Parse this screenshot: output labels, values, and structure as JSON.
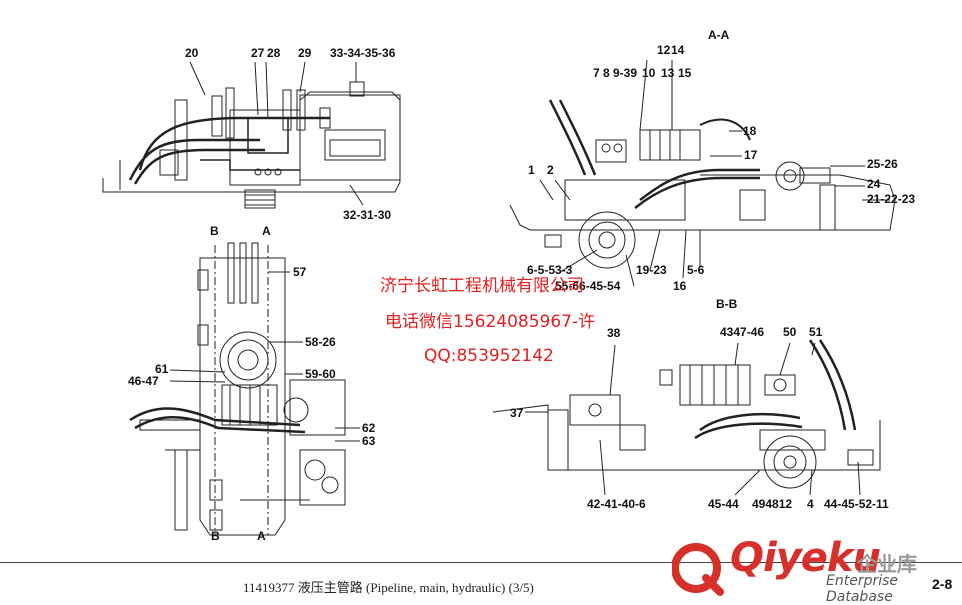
{
  "callouts": {
    "c20": "20",
    "c27": "27",
    "c28": "28",
    "c29": "29",
    "c33": "33-34-35-36",
    "c32": "32-31-30",
    "c57": "57",
    "c5826": "58-26",
    "c61": "61",
    "c4647": "46-47",
    "c5960": "59-60",
    "c62": "62",
    "c63": "63",
    "c12": "12",
    "c14": "14",
    "c7": "7",
    "c8": "8",
    "c9": "9-39",
    "c10": "10",
    "c13": "13",
    "c15": "15",
    "c18": "18",
    "c17": "17",
    "c1": "1",
    "c2": "2",
    "c2526": "25-26",
    "c24": "24",
    "c2123": "21-22-23",
    "c6553": "6-5-53-3",
    "c5566": "55-66-45-54",
    "c1923": "19-23",
    "c56": "5-6",
    "c16": "16",
    "c38": "38",
    "c4347": "4347-46",
    "c50": "50",
    "c51": "51",
    "c37": "37",
    "c4241": "42-41-40-6",
    "c4544": "45-44",
    "c4948": "494812",
    "c4": "4",
    "c4445": "44-45-52-11"
  },
  "sections": {
    "aa": "A-A",
    "bb": "B-B",
    "b_top": "B",
    "a_top": "A",
    "b_bottom": "B",
    "a_bottom": "A"
  },
  "watermark": {
    "line1": "济宁长虹工程机械有限公司",
    "line2": "电话微信15624085967-许",
    "line3": "QQ:853952142"
  },
  "title_block": {
    "title": "11419377 液压主管路 (Pipeline, main, hydraulic) (3/5)",
    "page": "2-8"
  },
  "logo": {
    "word": "Qiyeku",
    "cn": "企业库",
    "sub": "Enterprise Database",
    "icon": "qiyeku-logo-icon"
  }
}
